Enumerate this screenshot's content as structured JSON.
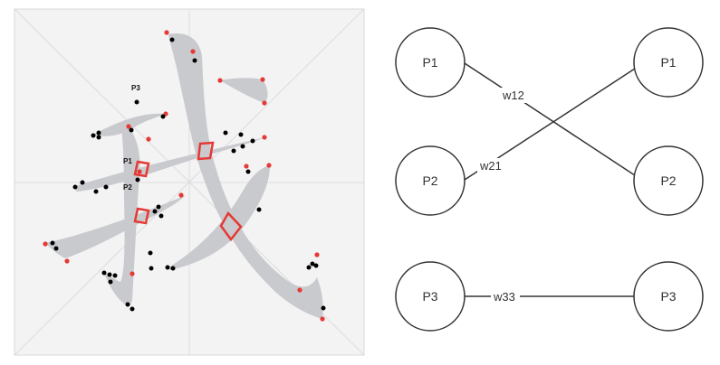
{
  "left_panel": {
    "point_labels": {
      "p3": "P3",
      "p1": "P1",
      "p2": "P2"
    },
    "colors": {
      "panel_background": "#f3f3f4",
      "panel_border": "#d9d9dc",
      "guide_lines": "#dcdcdf",
      "stroke_fill": "#c9cace",
      "red_points": "#e53935",
      "black_points": "#000000",
      "highlight_boxes": "#e53935"
    }
  },
  "right_panel": {
    "nodes": {
      "left_top": "P1",
      "left_middle": "P2",
      "left_bottom": "P3",
      "right_top": "P1",
      "right_middle": "P2",
      "right_bottom": "P3"
    },
    "edges": {
      "w12": "w12",
      "w21": "w21",
      "w33": "w33"
    },
    "colors": {
      "node_stroke": "#333333",
      "edge_stroke": "#333333",
      "node_fill": "#ffffff"
    }
  }
}
